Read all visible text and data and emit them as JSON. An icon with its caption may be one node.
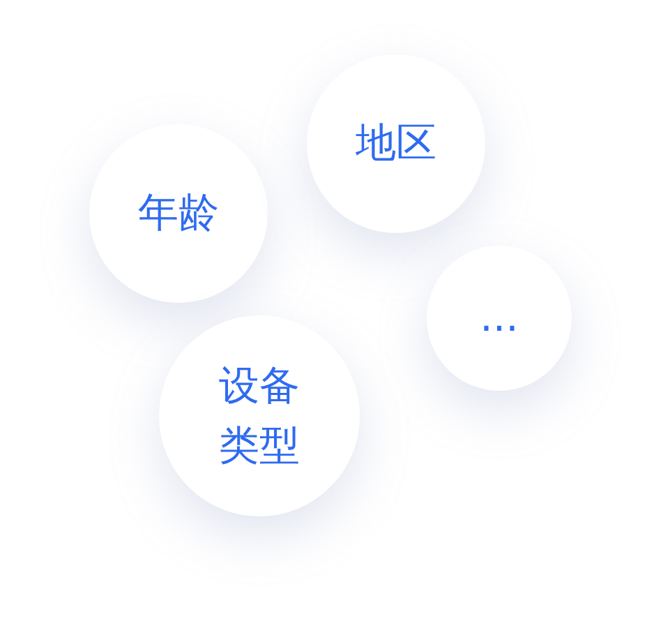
{
  "diagram": {
    "nodes": [
      {
        "text": [
          "年龄"
        ]
      },
      {
        "text": [
          "地区"
        ]
      },
      {
        "text": [
          "..."
        ]
      },
      {
        "text": [
          "设备类型"
        ]
      }
    ]
  }
}
